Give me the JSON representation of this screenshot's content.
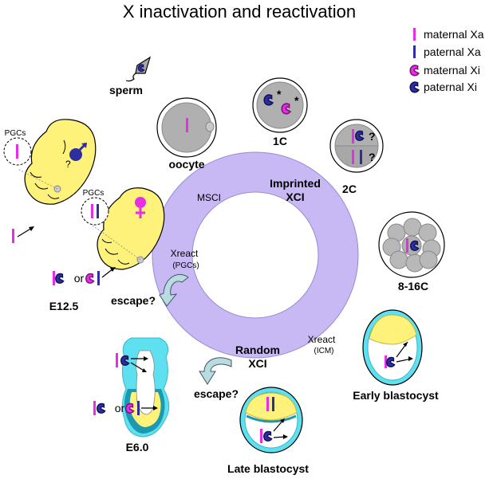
{
  "title": "X inactivation and reactivation",
  "legend": [
    {
      "label": "maternal Xa",
      "symbol": "bar",
      "color": "#e62ee6"
    },
    {
      "label": "paternal Xa",
      "symbol": "bar",
      "color": "#2e2ea3"
    },
    {
      "label": "maternal Xi",
      "symbol": "curl",
      "color": "#e62ee6"
    },
    {
      "label": "paternal Xi",
      "symbol": "curl",
      "color": "#2e2ea3"
    }
  ],
  "colors": {
    "maternal": "#e62ee6",
    "paternal": "#2e2ea3",
    "ring": "#c8b8f4",
    "embryo": "#fff27a",
    "cyan": "#5fe0f0",
    "cell_gray": "#b0b0b0"
  },
  "stages": {
    "sperm": "sperm",
    "oocyte": "oocyte",
    "one_cell": "1C",
    "two_cell": "2C",
    "morula": "8-16C",
    "early_blastocyst": "Early blastocyst",
    "late_blastocyst": "Late blastocyst",
    "e6": "E6.0",
    "e12": "E12.5"
  },
  "ring_labels": {
    "imprinted_line1": "Imprinted",
    "imprinted_line2": "XCI",
    "random_line1": "Random",
    "random_line2": "XCI",
    "msci": "MSCI",
    "xreact_pgc_line1": "Xreact",
    "xreact_pgc_line2": "(PGCs)",
    "xreact_icm_line1": "Xreact",
    "xreact_icm_line2": "(ICM)"
  },
  "annotations": {
    "escape_1": "escape?",
    "escape_2": "escape?",
    "pgcs_male": "PGCs",
    "pgcs_female": "PGCs",
    "or_e12": "or",
    "or_e6": "or",
    "question_1": "?",
    "question_2": "?",
    "question_3": "?",
    "star_1": "*",
    "star_2": "*"
  }
}
